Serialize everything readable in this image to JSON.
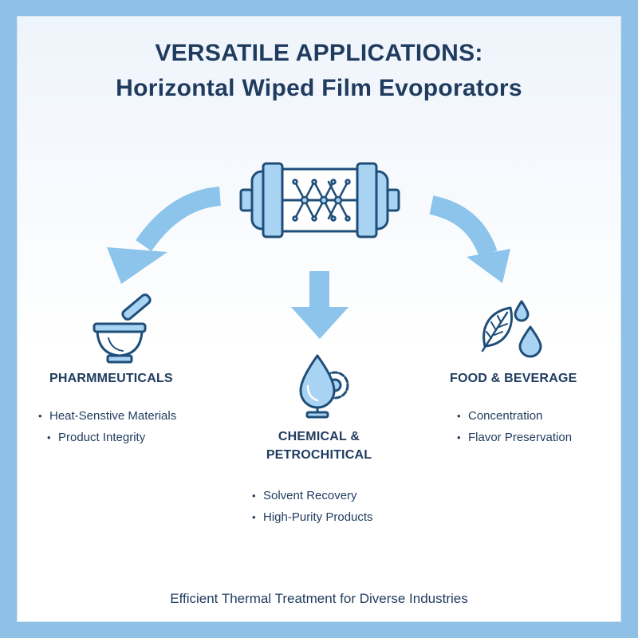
{
  "title": {
    "line1": "VERSATILE APPLICATIONS:",
    "line2": "Horizontal Wiped Film Evoporators"
  },
  "center_icon": "horizontal-evaporator-icon",
  "accent_color": "#8cc4ec",
  "line_color": "#1f4e79",
  "text_color": "#1f3b5e",
  "applications": [
    {
      "icon": "mortar-pestle-icon",
      "heading": "PHARMMEUTICALS",
      "bullets": [
        "Heat-Senstive Materials",
        "Product Integrity"
      ]
    },
    {
      "icon": "drop-gear-icon",
      "heading_line1": "CHEMICAL &",
      "heading_line2": "PETROCHITICAL",
      "bullets": [
        "Solvent Recovery",
        "High-Purity Products"
      ]
    },
    {
      "icon": "leaf-drops-icon",
      "heading": "FOOD & BEVERAGE",
      "bullets": [
        "Concentration",
        "Flavor Preservation"
      ]
    }
  ],
  "footer": "Efficient Thermal Treatment for Diverse Industries"
}
